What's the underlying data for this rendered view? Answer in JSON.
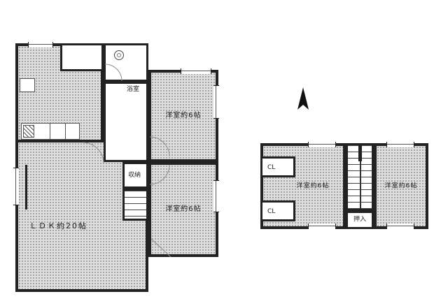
{
  "floor1": {
    "ldk": "ＬＤＫ約20帖",
    "bedroom_top": "洋室約6帖",
    "bedroom_bottom": "洋室約6帖",
    "storage": "収納",
    "bath": "浴室"
  },
  "floor2": {
    "room_left": "洋室約6帖",
    "room_right": "洋室約6帖",
    "closet_top": "CL",
    "closet_bottom": "CL",
    "oshiire": "押入"
  },
  "icons": {
    "north_arrow": "north-arrow"
  },
  "colors": {
    "wall": "#222222",
    "room_fill": "#dedede",
    "stipple_dot": "#8f8f8f",
    "background": "#ffffff"
  }
}
